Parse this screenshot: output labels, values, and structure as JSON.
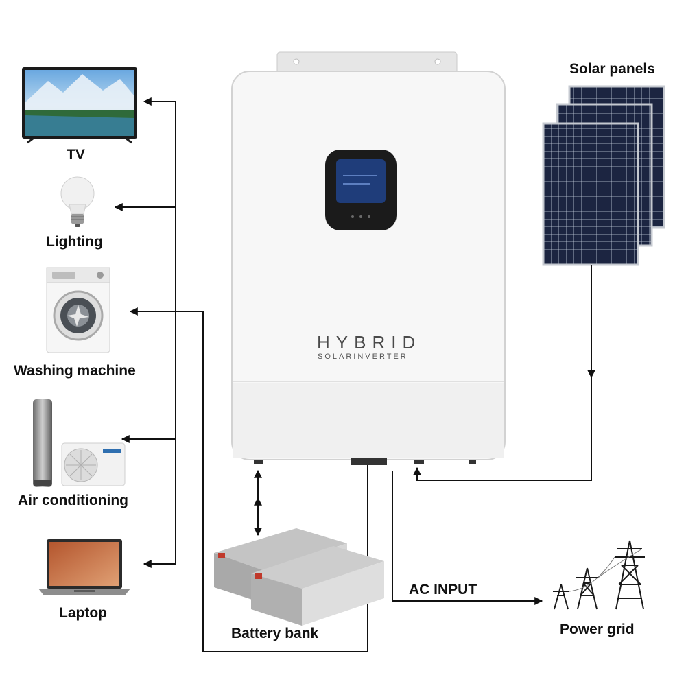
{
  "loads": {
    "tv": "TV",
    "lighting": "Lighting",
    "washing_machine": "Washing machine",
    "air_conditioning": "Air conditioning",
    "laptop": "Laptop"
  },
  "inverter": {
    "brand": "HYBRID",
    "subtitle": "SOLARINVERTER"
  },
  "sources": {
    "solar_panels": "Solar panels",
    "battery_bank": "Battery bank",
    "power_grid": "Power grid",
    "ac_input": "AC INPUT"
  },
  "colors": {
    "line": "#111111",
    "inverter_body": "#f4f4f4",
    "panel_cell": "#1b2440",
    "battery": "#dcdcdc"
  }
}
